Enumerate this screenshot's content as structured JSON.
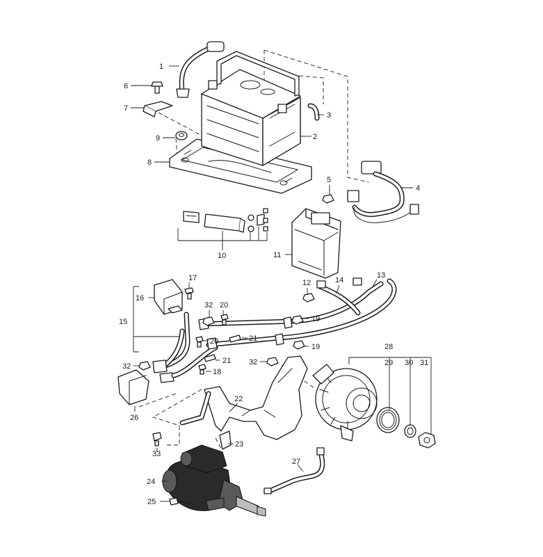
{
  "diagram": {
    "callouts": {
      "c1": "1",
      "c2": "2",
      "c3": "3",
      "c4": "4",
      "c5": "5",
      "c6": "6",
      "c7": "7",
      "c8": "8",
      "c9": "9",
      "c10": "10",
      "c11": "11",
      "c12": "12",
      "c13": "13",
      "c14": "14",
      "c15": "15",
      "c16": "16",
      "c17": "17",
      "c18": "18",
      "c19a": "19",
      "c19b": "19",
      "c20a": "20",
      "c20b": "20",
      "c21a": "21",
      "c21b": "21",
      "c22": "22",
      "c23": "23",
      "c24": "24",
      "c25": "25",
      "c26": "26",
      "c27": "27",
      "c28": "28",
      "c29": "29",
      "c30": "30",
      "c31": "31",
      "c32a": "32",
      "c32b": "32",
      "c32c": "32",
      "c33": "33"
    },
    "colors": {
      "line": "#1a1a1a",
      "background": "#ffffff",
      "starter_body": "#2a2a2a"
    }
  }
}
